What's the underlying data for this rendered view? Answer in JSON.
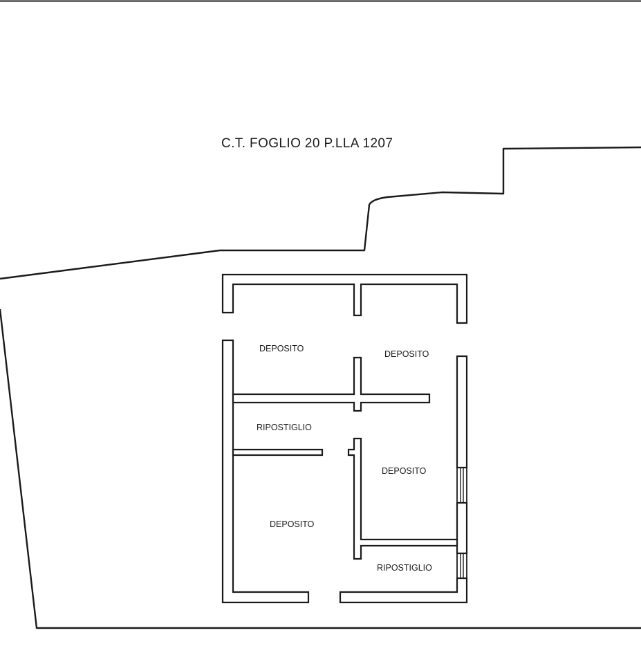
{
  "plan": {
    "parcel_label": "C.T. FOGLIO 20 P.LLA 1207",
    "rooms": [
      {
        "id": "deposito-nw",
        "label": "DEPOSITO"
      },
      {
        "id": "deposito-ne",
        "label": "DEPOSITO"
      },
      {
        "id": "ripostiglio-w",
        "label": "RIPOSTIGLIO"
      },
      {
        "id": "deposito-e",
        "label": "DEPOSITO"
      },
      {
        "id": "deposito-sw",
        "label": "DEPOSITO"
      },
      {
        "id": "ripostiglio-se",
        "label": "RIPOSTIGLIO"
      }
    ]
  }
}
